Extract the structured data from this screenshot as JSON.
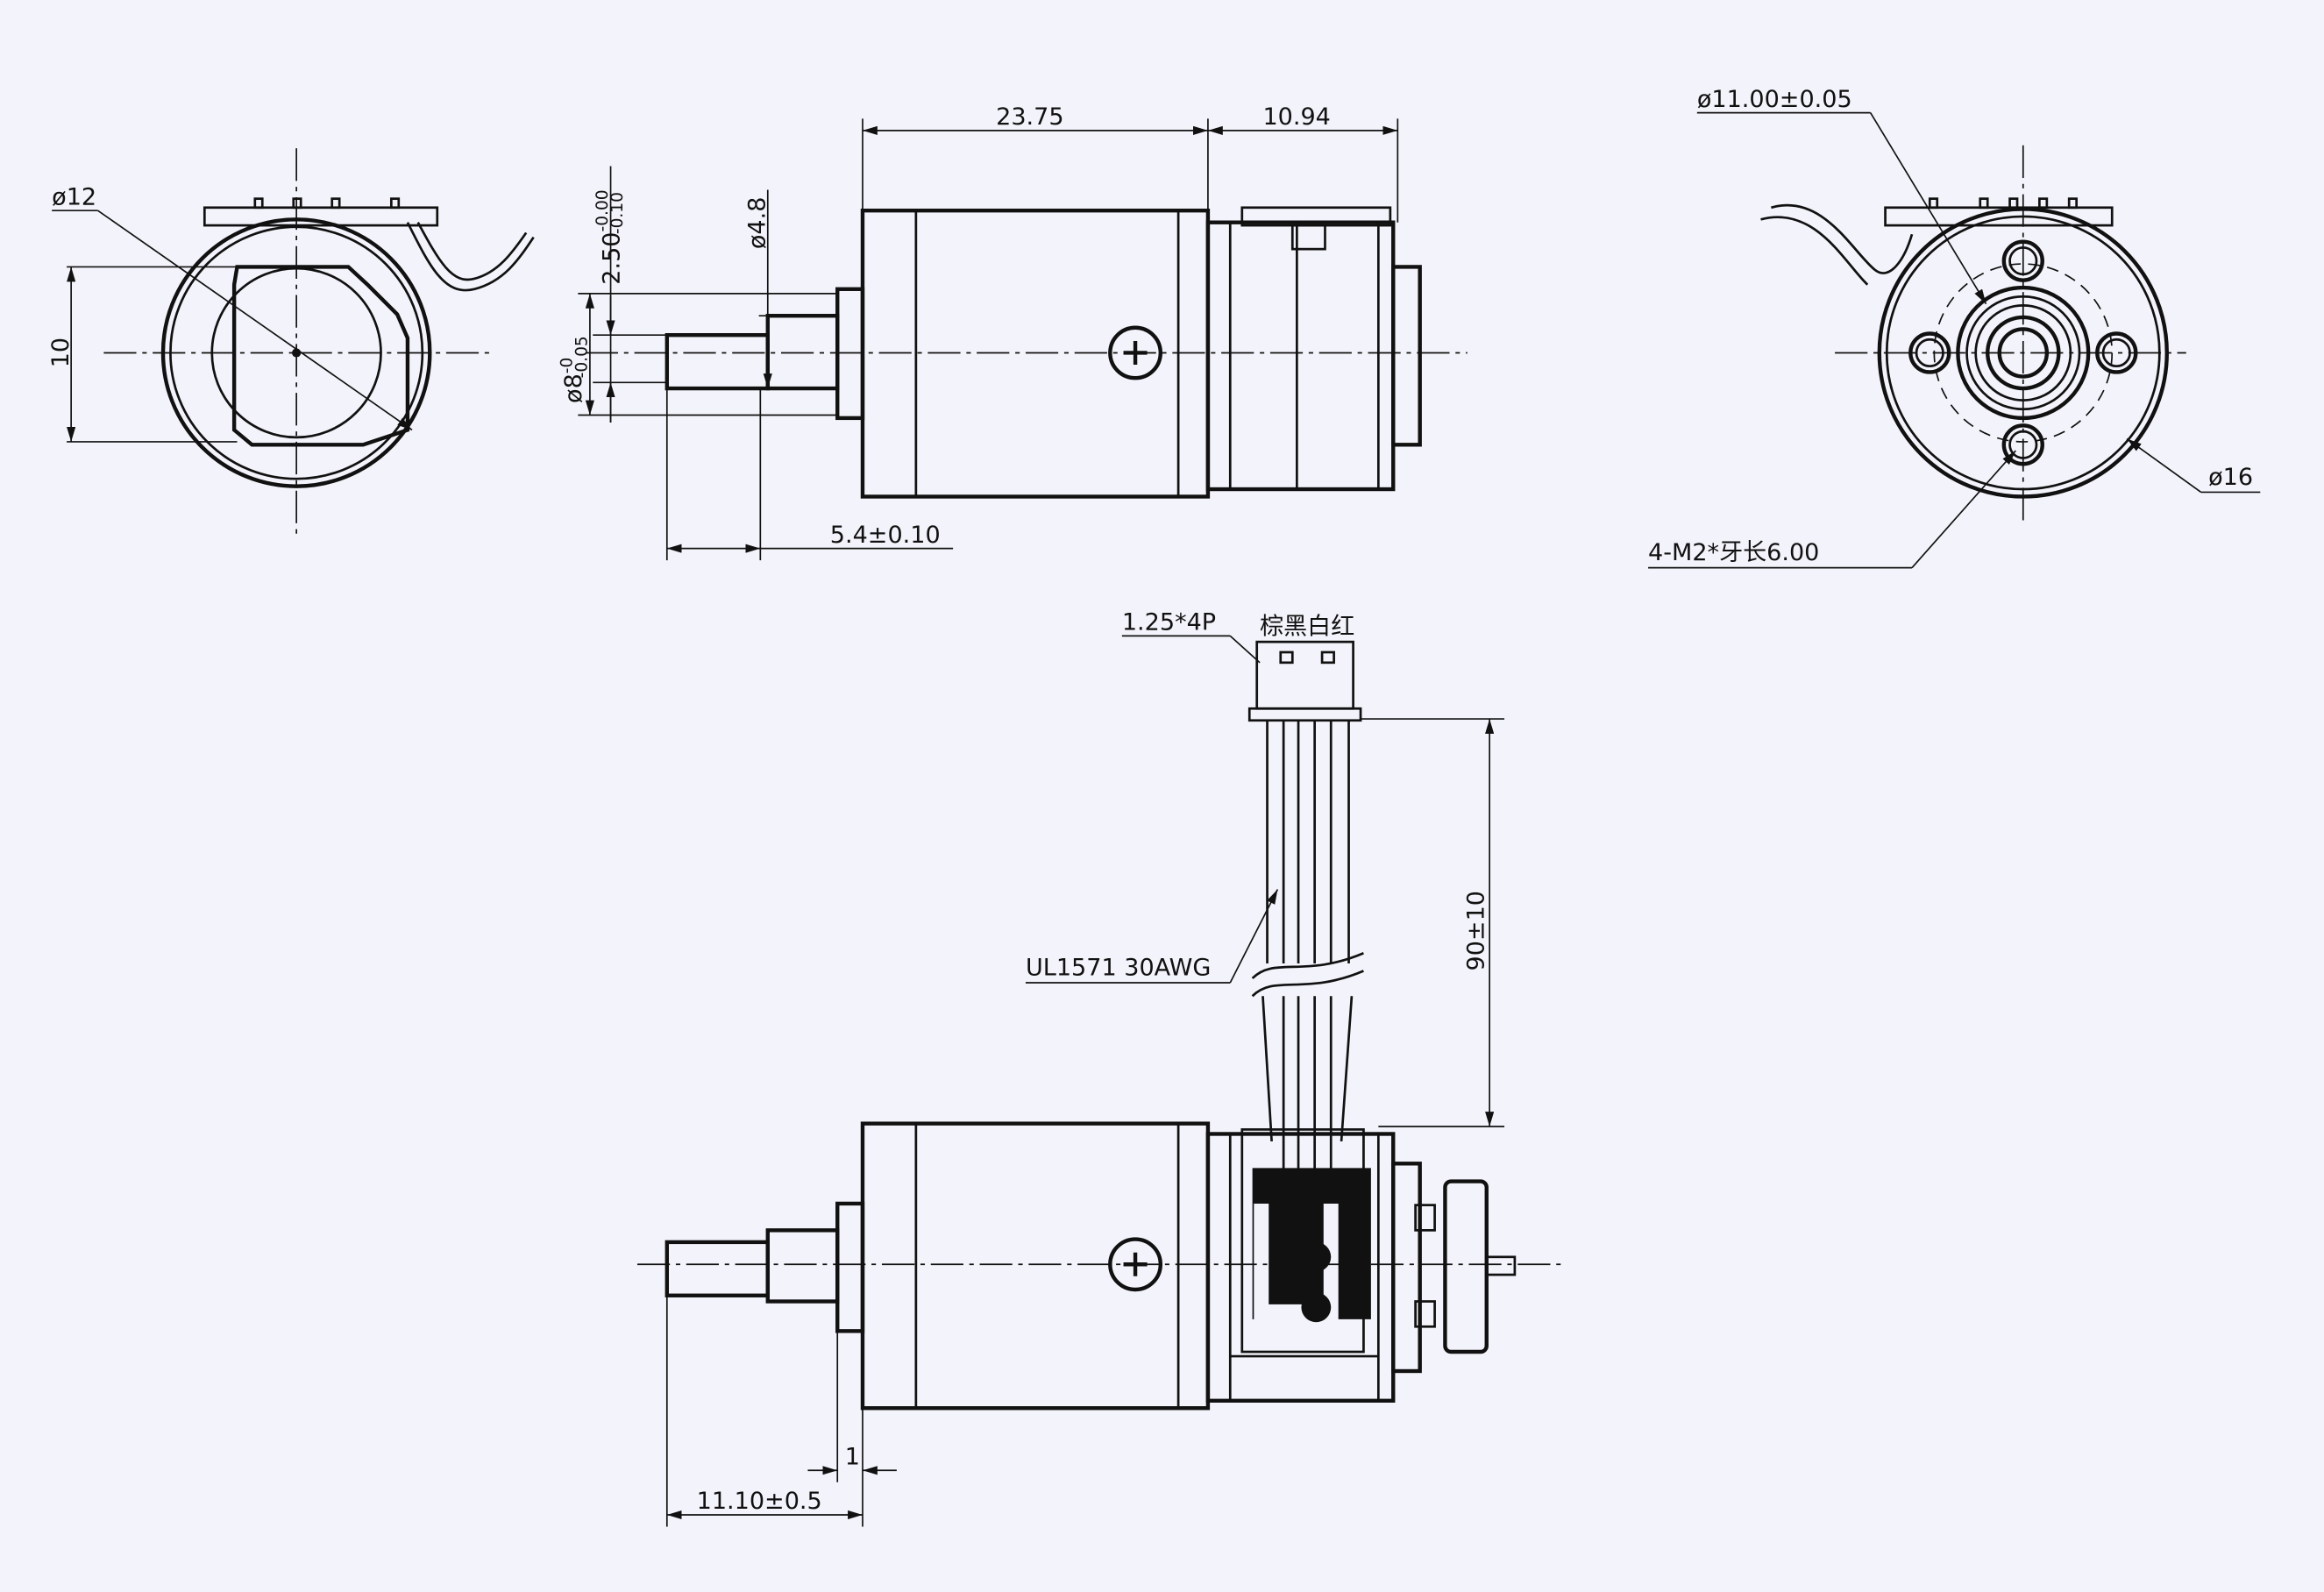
{
  "labels": {
    "dia_12": "ø12",
    "height_10": "10",
    "flat_depth": "2.50",
    "flat_tol_upper": "-0.00",
    "flat_tol_lower": "-0.10",
    "shaft_dia": "ø8",
    "shaft_tol_upper": "-0",
    "shaft_tol_lower": "-0.05",
    "dia_4_8": "ø4.8",
    "len_23_75": "23.75",
    "len_10_94": "10.94",
    "len_5_4": "5.4±0.10",
    "dia_11": "ø11.00±0.05",
    "dia_16": "ø16",
    "screw_holes": "4-M2*牙长6.00",
    "connector": "1.25*4P",
    "wire_colors": "棕黑白红",
    "wire_spec": "UL1571  30AWG",
    "wire_length": "90±10",
    "len_1": "1",
    "len_11_10": "11.10±0.5"
  },
  "colors": {
    "background": "#f3f4fb",
    "line": "#111111"
  }
}
